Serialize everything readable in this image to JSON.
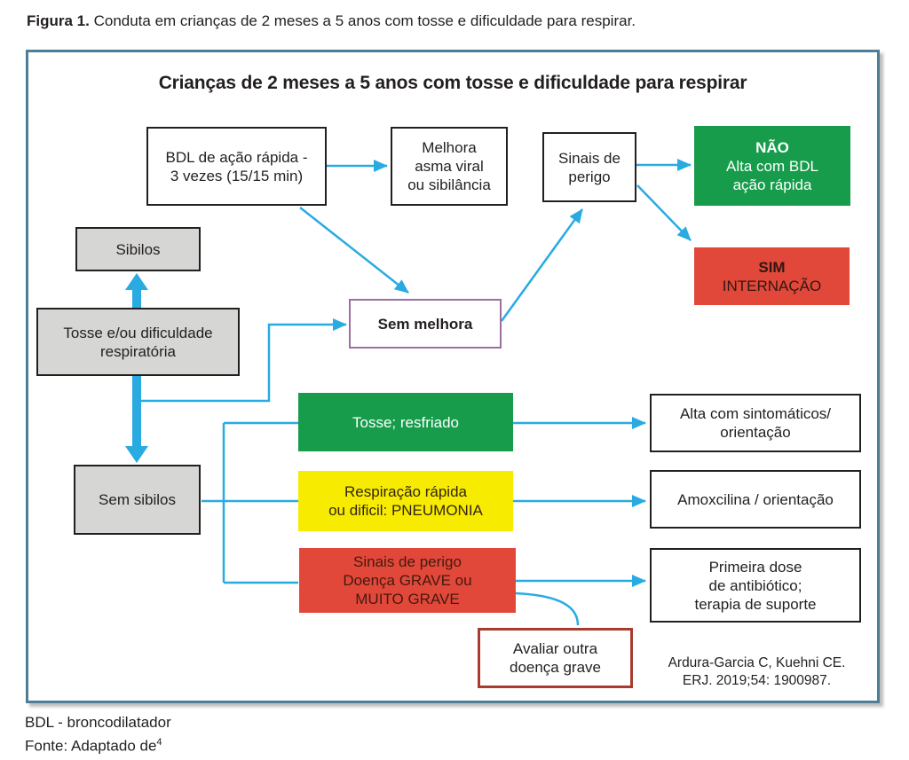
{
  "caption": {
    "label": "Figura 1.",
    "text": " Conduta em crianças de 2 meses a 5 anos com tosse e dificuldade para respirar."
  },
  "flowchart": {
    "title": "Crianças de 2 meses a 5 anos com tosse e dificuldade para respirar",
    "nodes": {
      "bdl": {
        "lines": [
          "BDL de ação rápida -",
          "3 vezes (15/15 min)"
        ]
      },
      "melhora": {
        "lines": [
          "Melhora",
          "asma viral",
          "ou sibilância"
        ]
      },
      "sinais_perigo": {
        "lines": [
          "Sinais de",
          "perigo"
        ]
      },
      "nao": {
        "lines": [
          "NÃO",
          "Alta com BDL",
          "ação rápida"
        ]
      },
      "sim": {
        "lines": [
          "SIM",
          "INTERNAÇÃO"
        ]
      },
      "sibilos": {
        "lines": [
          "Sibilos"
        ]
      },
      "tosse_dificuldade": {
        "lines": [
          "Tosse e/ou dificuldade",
          "respiratória"
        ]
      },
      "sem_melhora": {
        "lines": [
          "Sem melhora"
        ]
      },
      "sem_sibilos": {
        "lines": [
          "Sem sibilos"
        ]
      },
      "tosse_resfriado": {
        "lines": [
          "Tosse; resfriado"
        ]
      },
      "pneumonia": {
        "lines": [
          "Respiração rápida",
          "ou dificil: PNEUMONIA"
        ]
      },
      "doenca_grave": {
        "lines": [
          "Sinais de perigo",
          "Doença GRAVE ou",
          "MUITO GRAVE"
        ]
      },
      "alta_sintomaticos": {
        "lines": [
          "Alta com sintomáticos/",
          "orientação"
        ]
      },
      "amoxcilina": {
        "lines": [
          "Amoxcilina / orientação"
        ]
      },
      "primeira_dose": {
        "lines": [
          "Primeira dose",
          "de antibiótico;",
          "terapia de suporte"
        ]
      },
      "avaliar_outra": {
        "lines": [
          "Avaliar outra",
          "doença grave"
        ]
      }
    },
    "citation": {
      "lines": [
        "Ardura-Garcia C, Kuehni CE.",
        "ERJ. 2019;54: 1900987."
      ]
    }
  },
  "footer": {
    "abbreviation": "BDL - broncodilatador",
    "source_text": "Fonte: Adaptado de",
    "source_ref": "4"
  },
  "colors": {
    "arrow-blue": "#29abe2",
    "green": "#169c4b",
    "red": "#e2483a",
    "yellow": "#f7ec00",
    "gray-box": "#d6d6d4",
    "box-border": "#231f20",
    "purple-border": "#9a6fa0",
    "darkred-border": "#a93c31",
    "frame-border": "#4d7e96",
    "text-dark": "#231f20",
    "red-box-text": "#44190f"
  }
}
